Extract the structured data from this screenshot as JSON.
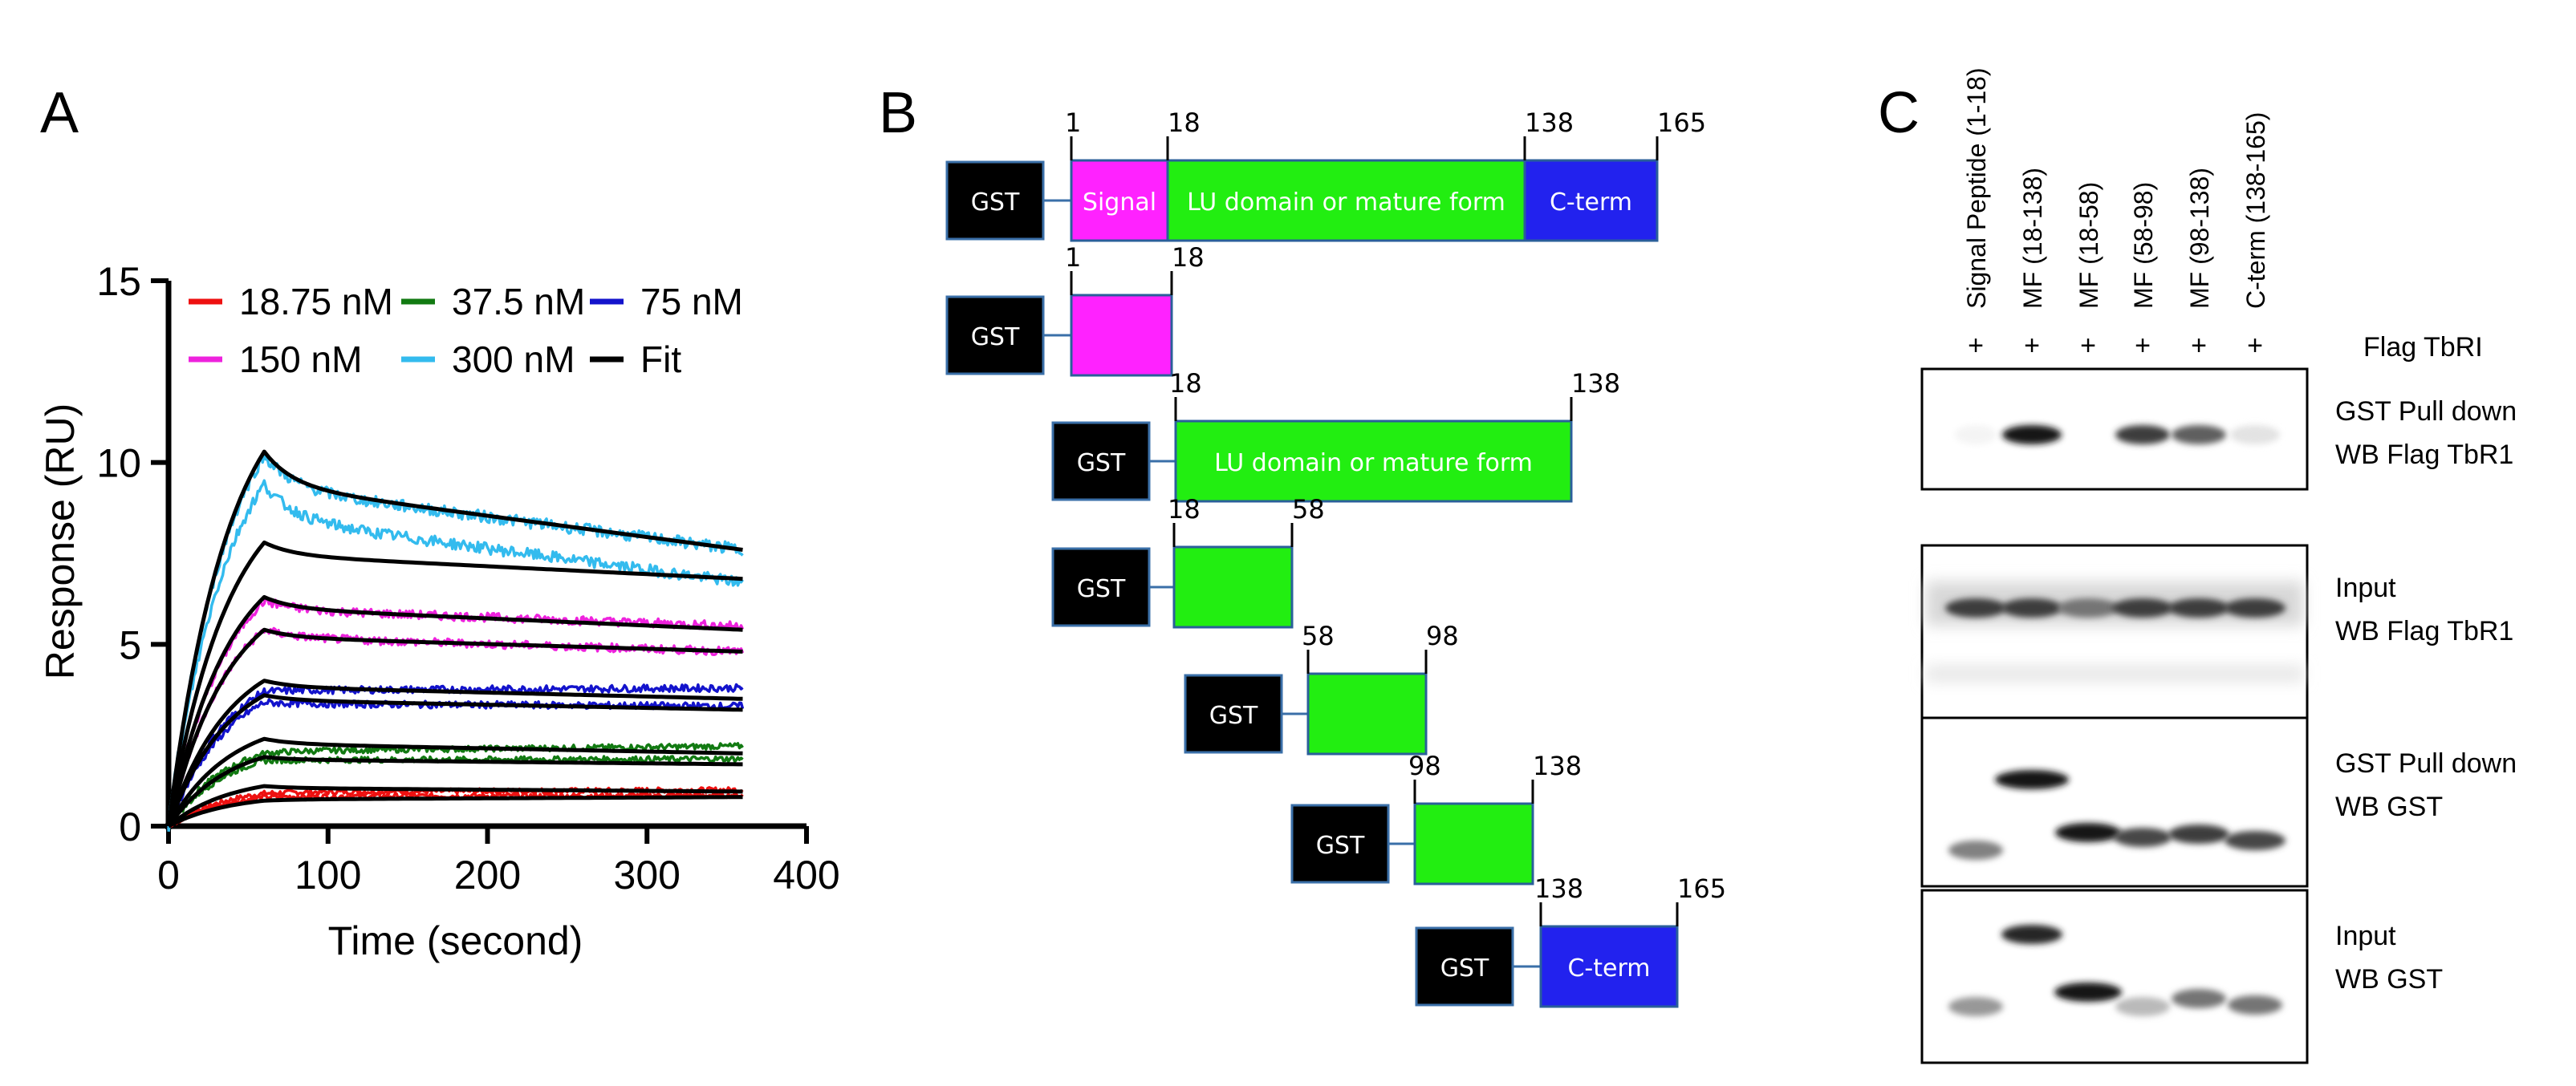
{
  "panels": {
    "a": "A",
    "b": "B",
    "c": "C"
  },
  "colors": {
    "gst_box": "#000000",
    "gst_border": "#3a6fa8",
    "signal": "#ff22ff",
    "mature": "#22ee11",
    "cterm": "#2222ee",
    "s18": "#ee1111",
    "s37": "#127a12",
    "s75": "#1313cc",
    "s150": "#ee22dd",
    "s300": "#33bbee",
    "fit": "#000000"
  },
  "chart_data": {
    "type": "line",
    "title": "",
    "xlabel": "Time (second)",
    "ylabel": "Response (RU)",
    "xlim": [
      0,
      400
    ],
    "ylim": [
      0,
      15
    ],
    "xticks": [
      0,
      100,
      200,
      300,
      400
    ],
    "yticks": [
      0,
      5,
      10,
      15
    ],
    "grid": false,
    "legend_position": "top-left",
    "association_end_s": 60,
    "end_time_s": 360,
    "series": [
      {
        "name": "18.75 nM",
        "color": "#ee1111",
        "traces": [
          {
            "peak": 0.9,
            "end": 1.0
          },
          {
            "peak": 0.8,
            "end": 0.85
          }
        ]
      },
      {
        "name": "37.5 nM",
        "color": "#127a12",
        "traces": [
          {
            "peak": 2.0,
            "end": 2.2
          },
          {
            "peak": 1.8,
            "end": 1.85
          }
        ]
      },
      {
        "name": "75 nM",
        "color": "#1313cc",
        "traces": [
          {
            "peak": 3.7,
            "end": 3.8
          },
          {
            "peak": 3.4,
            "end": 3.3
          }
        ]
      },
      {
        "name": "150 nM",
        "color": "#ee22dd",
        "traces": [
          {
            "peak": 6.2,
            "end": 5.5
          },
          {
            "peak": 5.4,
            "end": 4.8
          }
        ]
      },
      {
        "name": "300 nM",
        "color": "#33bbee",
        "traces": [
          {
            "peak": 10.2,
            "end": 7.6
          },
          {
            "peak": 9.4,
            "end": 6.7
          }
        ]
      },
      {
        "name": "Fit",
        "color": "#000000",
        "traces": [
          {
            "peak": 10.3,
            "end": 7.6
          },
          {
            "peak": 7.8,
            "end": 6.8
          },
          {
            "peak": 6.3,
            "end": 5.4
          },
          {
            "peak": 5.4,
            "end": 4.8
          },
          {
            "peak": 4.0,
            "end": 3.5
          },
          {
            "peak": 3.6,
            "end": 3.2
          },
          {
            "peak": 2.4,
            "end": 2.0
          },
          {
            "peak": 1.9,
            "end": 1.7
          },
          {
            "peak": 1.1,
            "end": 0.95
          },
          {
            "peak": 0.7,
            "end": 0.8
          }
        ]
      }
    ]
  },
  "constructs": [
    {
      "segments": [
        {
          "label": "Signal",
          "kind": "signal"
        },
        {
          "label": "LU domain or mature form",
          "kind": "mature"
        },
        {
          "label": "C-term",
          "kind": "cterm"
        }
      ],
      "ticks": [
        "1",
        "18",
        "138",
        "165"
      ]
    },
    {
      "segments": [
        {
          "label": "",
          "kind": "signal"
        }
      ],
      "ticks": [
        "1",
        "18"
      ]
    },
    {
      "segments": [
        {
          "label": "LU domain or mature form",
          "kind": "mature"
        }
      ],
      "ticks": [
        "18",
        "138"
      ]
    },
    {
      "segments": [
        {
          "label": "",
          "kind": "mature"
        }
      ],
      "ticks": [
        "18",
        "58"
      ]
    },
    {
      "segments": [
        {
          "label": "",
          "kind": "mature"
        }
      ],
      "ticks": [
        "58",
        "98"
      ]
    },
    {
      "segments": [
        {
          "label": "",
          "kind": "mature"
        }
      ],
      "ticks": [
        "98",
        "138"
      ]
    },
    {
      "segments": [
        {
          "label": "C-term",
          "kind": "cterm"
        }
      ],
      "ticks": [
        "138",
        "165"
      ]
    }
  ],
  "gst_label": "GST",
  "blot": {
    "lanes": [
      "Signal Peptide (1-18)",
      "MF (18-138)",
      "MF (18-58)",
      "MF (58-98)",
      "MF (98-138)",
      "C-term (138-165)"
    ],
    "plus": "+",
    "flag_row_label": "Flag TbRI",
    "panels": [
      {
        "labels": [
          "GST Pull down",
          "WB Flag TbR1"
        ]
      },
      {
        "labels": [
          "Input",
          "WB Flag TbR1"
        ]
      },
      {
        "labels": [
          "GST Pull down",
          "WB GST"
        ]
      },
      {
        "labels": [
          "Input",
          "WB GST"
        ]
      }
    ]
  }
}
